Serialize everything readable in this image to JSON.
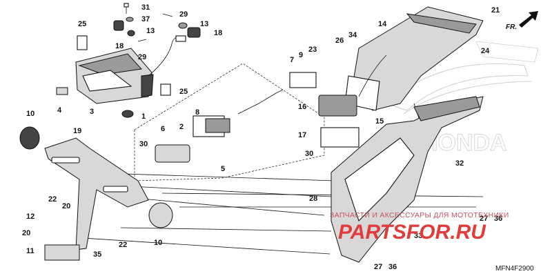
{
  "diagram": {
    "code": "MFN4F2900",
    "direction_label": "FR.",
    "callouts": [
      "1",
      "2",
      "3",
      "4",
      "5",
      "6",
      "7",
      "8",
      "9",
      "10",
      "11",
      "12",
      "13",
      "14",
      "15",
      "16",
      "17",
      "18",
      "19",
      "20",
      "21",
      "22",
      "23",
      "24",
      "25",
      "26",
      "27",
      "28",
      "29",
      "30",
      "31",
      "32",
      "33",
      "34",
      "35",
      "36",
      "37"
    ]
  },
  "watermark": {
    "text": "ЗАПЧАСТИ И АКСЕССУАРЫ ДЛЯ МОТОТЕХНИКИ",
    "logo": "PARTSFOR.RU",
    "brand_outline": "HONDA"
  }
}
